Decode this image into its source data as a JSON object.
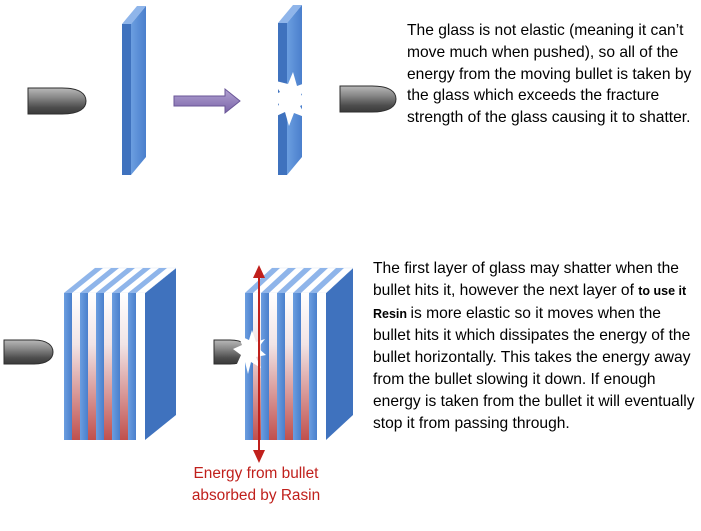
{
  "top_panel": {
    "text": "The glass is not elastic (meaning it can’t move much when pushed), so all of the energy from the moving bullet is taken by the glass which exceeds the fracture strength of the glass causing it to shatter."
  },
  "bottom_panel": {
    "text_before": "The first layer of glass may shatter when the bullet hits it, however the next layer of ",
    "text_bold": " to use it Resin ",
    "text_after": " is more elastic so it moves when the bullet hits it which dissipates the energy of the bullet horizontally.  This takes the energy away from the bullet slowing it down.  If enough energy is taken from the bullet it will eventually stop it from passing through."
  },
  "caption": {
    "text": "Energy from bullet absorbed by Rasin"
  },
  "colors": {
    "glass_front": "#5b8fd6",
    "glass_side": "#3f72be",
    "glass_top": "#8fb5ea",
    "bullet": "#6b6b6b",
    "arrow_purple": "#8d77b8",
    "resin_red": "#c0504d",
    "caption_red": "#c0201c"
  }
}
